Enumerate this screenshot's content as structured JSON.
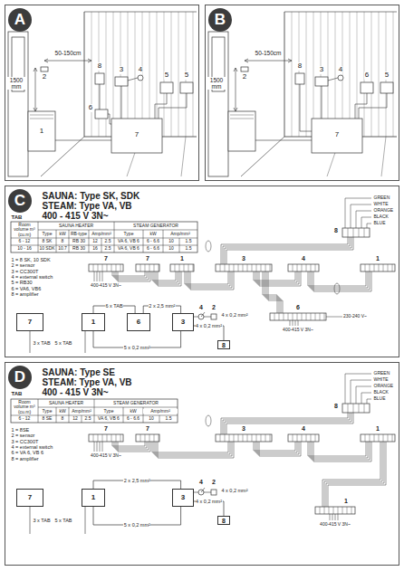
{
  "diagram": {
    "nodes": [
      {
        "text": [
          "A"
        ]
      },
      {
        "text": [
          "B"
        ]
      },
      {
        "text": [
          "C"
        ]
      },
      {
        "text": [
          "7"
        ],
        "in": 2
      },
      {
        "text": [
          "1"
        ],
        "in": 2
      },
      {
        "text": [
          "6"
        ],
        "in": 2
      },
      {
        "text": [
          "3"
        ],
        "in": 2
      },
      {
        "text": [
          "8"
        ],
        "in": 2
      },
      {
        "text": [
          "D"
        ]
      },
      {
        "text": [
          "7"
        ],
        "in": 8
      },
      {
        "text": [
          "1"
        ],
        "in": 8
      },
      {
        "text": [
          "3"
        ],
        "in": 8
      },
      {
        "text": [
          "8"
        ],
        "in": 8
      }
    ],
    "edges": [
      {
        "from": 4,
        "to": 5,
        "arrow": "none",
        "label": "6 x TAB"
      },
      {
        "from": 5,
        "to": 6,
        "arrow": "none",
        "label": "2 x 2,5 mm²"
      },
      {
        "from": 4,
        "to": 6,
        "arrow": "none",
        "label": "5 x 0,2 mm²"
      },
      {
        "from": 6,
        "to": 7,
        "arrow": "none",
        "label": "4 x 0,2 mm²"
      },
      {
        "from": 10,
        "to": 11,
        "arrow": "none",
        "label": "2 x 2,5 mm²"
      },
      {
        "from": 10,
        "to": 11,
        "arrow": "none",
        "label": "5 x 0,2 mm²"
      },
      {
        "from": 11,
        "to": 12,
        "arrow": "none",
        "label": "4 x 0,2 mm²"
      }
    ],
    "labels": [
      "50-150cm",
      "1500 mm",
      "2",
      "8",
      "3",
      "4",
      "5",
      "5",
      "1",
      "6",
      "7",
      "50-150cm",
      "1500 mm",
      "2",
      "8",
      "3",
      "4",
      "6",
      "5",
      "7",
      "SAUNA: Type SK, SDK",
      "STEAM: Type VA, VB",
      "400 - 415 V 3N~",
      "TAB",
      "Room volume m³ (cu.m)",
      "SAUNA HEATER",
      "STEAM GENERATOR",
      "Type",
      "kW",
      "RB-type",
      "Amp/mm²",
      "Type",
      "kW",
      "Amp/mm²",
      "6 - 12",
      "8 SK",
      "8",
      "RB 30",
      "12",
      "2.5",
      "VA 6, VB 6",
      "6 - 6.6",
      "10",
      "1.5",
      "10 - 16",
      "10 SDK",
      "10.7",
      "RB 30",
      "16",
      "2.5",
      "VA 6, VB 6",
      "6 - 6.6",
      "10",
      "1.5",
      "1 = 8 SK, 10 SDK",
      "2 = sensor",
      "3 = CC300T",
      "4 = external switch",
      "5 = RB30",
      "6 = VA6, VB6",
      "8 = amplifier",
      "7",
      "7",
      "1",
      "3",
      "4",
      "1",
      "6",
      "400-415 V 3N~",
      "230-240 V~",
      "400-415 V 3N~",
      "8",
      "GREEN",
      "WHITE",
      "ORANGE",
      "BLACK",
      "BLUE",
      "3 x TAB",
      "5 x TAB",
      "4",
      "2",
      "4 x 0,2 mm²",
      "SAUNA: Type SE",
      "STEAM: Type VA, VB",
      "400 - 415 V 3N~",
      "TAB",
      "Room volume m³ (cu.m)",
      "SAUNA HEATER",
      "STEAM GENERATOR",
      "Type",
      "kW",
      "Amp/mm²",
      "Type",
      "kW",
      "Amp/mm²",
      "6 - 12",
      "8 SE",
      "8",
      "12",
      "2.5",
      "VA 6, VB 6",
      "6 - 6.6",
      "10",
      "1.5",
      "1 = 8SE",
      "2 = sensor",
      "3 = CC300T",
      "4 = external switch",
      "6 = VA 6, VB 6",
      "8 = amplifier",
      "7",
      "7",
      "3",
      "4",
      "1",
      "1",
      "400-415 V 3N~",
      "400-415 V 3N~",
      "8",
      "GREEN",
      "WHITE",
      "ORANGE",
      "BLACK",
      "BLUE",
      "3 x TAB",
      "5 x TAB",
      "4",
      "2",
      "4 x 0,2 mm²"
    ]
  }
}
